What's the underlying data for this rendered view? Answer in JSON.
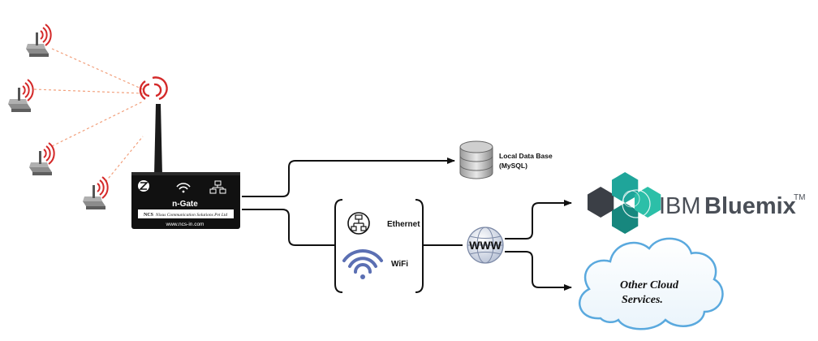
{
  "gateway": {
    "name": "n-Gate",
    "company": "Nixus Communication Solutions Pvt Ltd",
    "brand_mark": "NCS",
    "url": "www.ncs-in.com"
  },
  "local_db": {
    "line1": "Local Data Base",
    "line2": "(MySQL)"
  },
  "connectivity": {
    "ethernet": "Ethernet",
    "wifi": "WiFi"
  },
  "internet": {
    "label": "WWW"
  },
  "ibm": {
    "word1": "IBM",
    "word2": "Bluemix",
    "tm": "TM"
  },
  "other_cloud": {
    "line1": "Other Cloud",
    "line2": "Services."
  },
  "colors": {
    "signal": "#d42a2a",
    "dash": "#f2a07c",
    "gateway_body": "#111111",
    "bluemix_teal": "#1fa59a",
    "cloud_blue": "#5aa9de",
    "wifi_blue": "#5b6fb3"
  }
}
